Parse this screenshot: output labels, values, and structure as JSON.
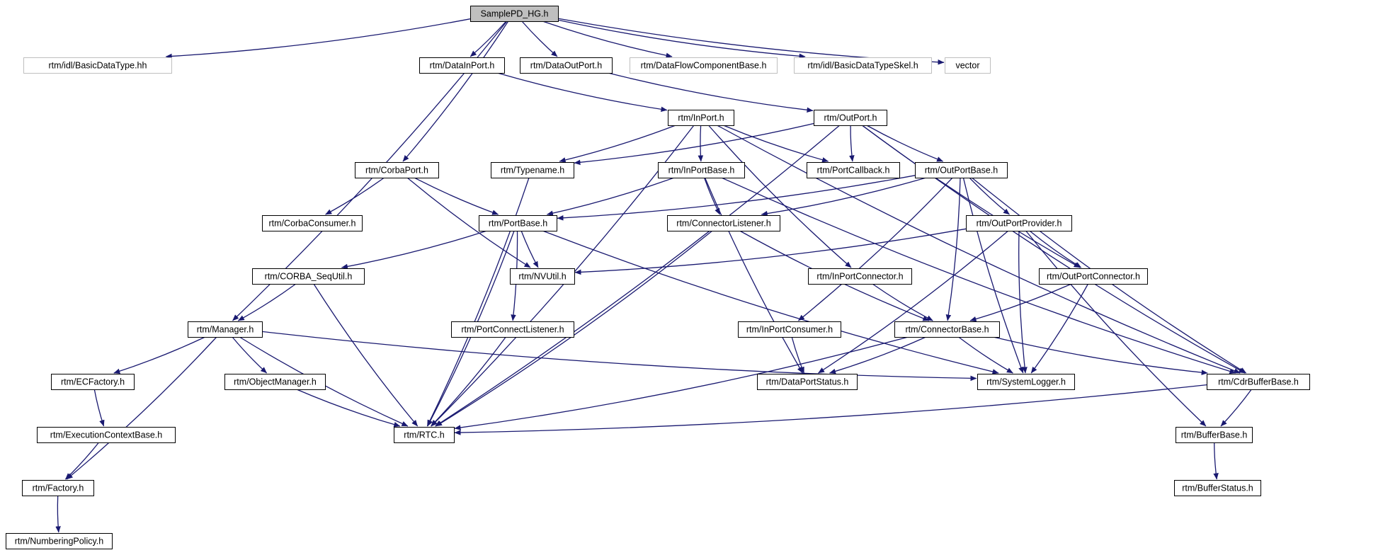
{
  "diagram": {
    "colors": {
      "edge": "#191970",
      "node_border": "#000000",
      "external_border": "#bfbfbf",
      "root_fill": "#bfbfbf",
      "background": "#ffffff"
    },
    "nodes": [
      {
        "id": "root",
        "label": "SamplePD_HG.h",
        "style": "root"
      },
      {
        "id": "basicdatatype",
        "label": "rtm/idl/BasicDataType.hh",
        "style": "external"
      },
      {
        "id": "datainport",
        "label": "rtm/DataInPort.h",
        "style": "normal"
      },
      {
        "id": "dataoutport",
        "label": "rtm/DataOutPort.h",
        "style": "normal"
      },
      {
        "id": "dataflowcomponentbase",
        "label": "rtm/DataFlowComponentBase.h",
        "style": "external"
      },
      {
        "id": "basicdatatypeskel",
        "label": "rtm/idl/BasicDataTypeSkel.h",
        "style": "external"
      },
      {
        "id": "vector",
        "label": "vector",
        "style": "external"
      },
      {
        "id": "inport",
        "label": "rtm/InPort.h",
        "style": "normal"
      },
      {
        "id": "outport",
        "label": "rtm/OutPort.h",
        "style": "normal"
      },
      {
        "id": "corbaport",
        "label": "rtm/CorbaPort.h",
        "style": "normal"
      },
      {
        "id": "typename",
        "label": "rtm/Typename.h",
        "style": "normal"
      },
      {
        "id": "inportbase",
        "label": "rtm/InPortBase.h",
        "style": "normal"
      },
      {
        "id": "portcallback",
        "label": "rtm/PortCallback.h",
        "style": "normal"
      },
      {
        "id": "outportbase",
        "label": "rtm/OutPortBase.h",
        "style": "normal"
      },
      {
        "id": "corbaconsumer",
        "label": "rtm/CorbaConsumer.h",
        "style": "normal"
      },
      {
        "id": "portbase",
        "label": "rtm/PortBase.h",
        "style": "normal"
      },
      {
        "id": "connectorlistener",
        "label": "rtm/ConnectorListener.h",
        "style": "normal"
      },
      {
        "id": "outportprovider",
        "label": "rtm/OutPortProvider.h",
        "style": "normal"
      },
      {
        "id": "corbasequtil",
        "label": "rtm/CORBA_SeqUtil.h",
        "style": "normal"
      },
      {
        "id": "nvutil",
        "label": "rtm/NVUtil.h",
        "style": "normal"
      },
      {
        "id": "inportconnector",
        "label": "rtm/InPortConnector.h",
        "style": "normal"
      },
      {
        "id": "outportconnector",
        "label": "rtm/OutPortConnector.h",
        "style": "normal"
      },
      {
        "id": "manager",
        "label": "rtm/Manager.h",
        "style": "normal"
      },
      {
        "id": "portconnectlistener",
        "label": "rtm/PortConnectListener.h",
        "style": "normal"
      },
      {
        "id": "inportconsumer",
        "label": "rtm/InPortConsumer.h",
        "style": "normal"
      },
      {
        "id": "connectorbase",
        "label": "rtm/ConnectorBase.h",
        "style": "normal"
      },
      {
        "id": "ecfactory",
        "label": "rtm/ECFactory.h",
        "style": "normal"
      },
      {
        "id": "objectmanager",
        "label": "rtm/ObjectManager.h",
        "style": "normal"
      },
      {
        "id": "dataportstatus",
        "label": "rtm/DataPortStatus.h",
        "style": "normal"
      },
      {
        "id": "systemlogger",
        "label": "rtm/SystemLogger.h",
        "style": "normal"
      },
      {
        "id": "cdrbufferbase",
        "label": "rtm/CdrBufferBase.h",
        "style": "normal"
      },
      {
        "id": "executioncontextbase",
        "label": "rtm/ExecutionContextBase.h",
        "style": "normal"
      },
      {
        "id": "rtc",
        "label": "rtm/RTC.h",
        "style": "normal"
      },
      {
        "id": "bufferbase",
        "label": "rtm/BufferBase.h",
        "style": "normal"
      },
      {
        "id": "factory",
        "label": "rtm/Factory.h",
        "style": "normal"
      },
      {
        "id": "bufferstatus",
        "label": "rtm/BufferStatus.h",
        "style": "normal"
      },
      {
        "id": "numberingpolicy",
        "label": "rtm/NumberingPolicy.h",
        "style": "normal"
      }
    ],
    "edges": [
      [
        "root",
        "basicdatatype"
      ],
      [
        "root",
        "datainport"
      ],
      [
        "root",
        "dataoutport"
      ],
      [
        "root",
        "dataflowcomponentbase"
      ],
      [
        "root",
        "basicdatatypeskel"
      ],
      [
        "root",
        "vector"
      ],
      [
        "root",
        "corbaport"
      ],
      [
        "root",
        "manager"
      ],
      [
        "datainport",
        "inport"
      ],
      [
        "dataoutport",
        "outport"
      ],
      [
        "inport",
        "rtc"
      ],
      [
        "inport",
        "typename"
      ],
      [
        "inport",
        "inportbase"
      ],
      [
        "inport",
        "portcallback"
      ],
      [
        "inport",
        "inportconnector"
      ],
      [
        "inport",
        "cdrbufferbase"
      ],
      [
        "outport",
        "rtc"
      ],
      [
        "outport",
        "typename"
      ],
      [
        "outport",
        "portcallback"
      ],
      [
        "outport",
        "outportbase"
      ],
      [
        "outport",
        "outportconnector"
      ],
      [
        "outport",
        "cdrbufferbase"
      ],
      [
        "corbaport",
        "corbaconsumer"
      ],
      [
        "corbaport",
        "portbase"
      ],
      [
        "corbaport",
        "nvutil"
      ],
      [
        "typename",
        "rtc"
      ],
      [
        "inportbase",
        "portbase"
      ],
      [
        "inportbase",
        "connectorlistener"
      ],
      [
        "inportbase",
        "dataportstatus"
      ],
      [
        "inportbase",
        "cdrbufferbase"
      ],
      [
        "outportbase",
        "portbase"
      ],
      [
        "outportbase",
        "connectorlistener"
      ],
      [
        "outportbase",
        "outportprovider"
      ],
      [
        "outportbase",
        "inportconsumer"
      ],
      [
        "outportbase",
        "connectorbase"
      ],
      [
        "outportbase",
        "systemlogger"
      ],
      [
        "outportbase",
        "cdrbufferbase"
      ],
      [
        "portbase",
        "corbasequtil"
      ],
      [
        "portbase",
        "nvutil"
      ],
      [
        "portbase",
        "portconnectlistener"
      ],
      [
        "portbase",
        "rtc"
      ],
      [
        "portbase",
        "systemlogger"
      ],
      [
        "connectorlistener",
        "connectorbase"
      ],
      [
        "connectorlistener",
        "rtc"
      ],
      [
        "outportprovider",
        "nvutil"
      ],
      [
        "outportprovider",
        "outportconnector"
      ],
      [
        "outportprovider",
        "dataportstatus"
      ],
      [
        "outportprovider",
        "systemlogger"
      ],
      [
        "outportprovider",
        "bufferbase"
      ],
      [
        "corbasequtil",
        "manager"
      ],
      [
        "corbasequtil",
        "rtc"
      ],
      [
        "inportconnector",
        "connectorbase"
      ],
      [
        "outportconnector",
        "connectorbase"
      ],
      [
        "outportconnector",
        "systemlogger"
      ],
      [
        "manager",
        "ecfactory"
      ],
      [
        "manager",
        "objectmanager"
      ],
      [
        "manager",
        "rtc"
      ],
      [
        "manager",
        "systemlogger"
      ],
      [
        "manager",
        "factory"
      ],
      [
        "portconnectlistener",
        "rtc"
      ],
      [
        "inportconsumer",
        "dataportstatus"
      ],
      [
        "connectorbase",
        "dataportstatus"
      ],
      [
        "connectorbase",
        "systemlogger"
      ],
      [
        "connectorbase",
        "cdrbufferbase"
      ],
      [
        "connectorbase",
        "rtc"
      ],
      [
        "ecfactory",
        "executioncontextbase"
      ],
      [
        "objectmanager",
        "rtc"
      ],
      [
        "cdrbufferbase",
        "bufferbase"
      ],
      [
        "cdrbufferbase",
        "rtc"
      ],
      [
        "executioncontextbase",
        "factory"
      ],
      [
        "bufferbase",
        "bufferstatus"
      ],
      [
        "factory",
        "numberingpolicy"
      ]
    ]
  }
}
